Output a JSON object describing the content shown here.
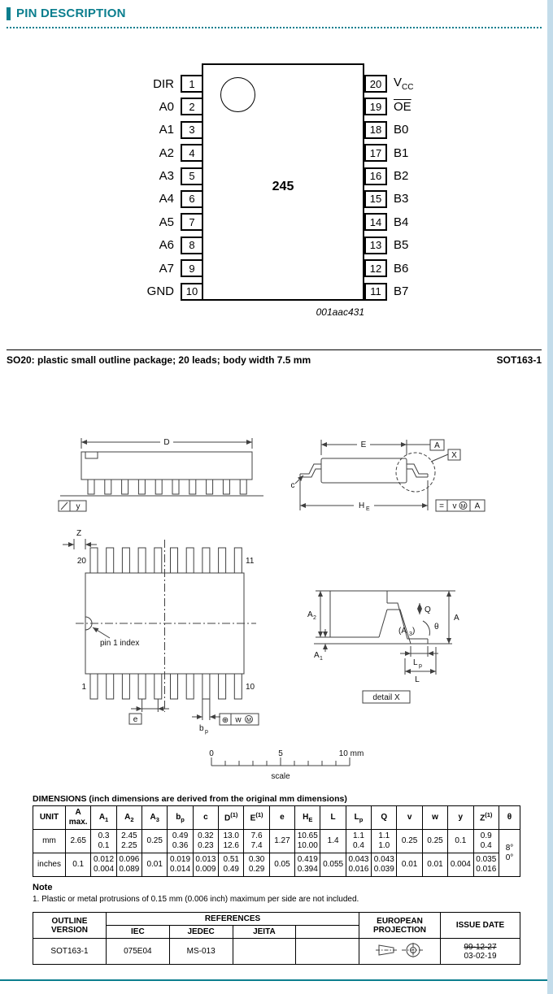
{
  "header": {
    "title": "PIN DESCRIPTION"
  },
  "pin_diagram": {
    "chip_label": "245",
    "caption": "001aac431",
    "left_pins": [
      {
        "label": "DIR",
        "number": "1"
      },
      {
        "label": "A0",
        "number": "2"
      },
      {
        "label": "A1",
        "number": "3"
      },
      {
        "label": "A2",
        "number": "4"
      },
      {
        "label": "A3",
        "number": "5"
      },
      {
        "label": "A4",
        "number": "6"
      },
      {
        "label": "A5",
        "number": "7"
      },
      {
        "label": "A6",
        "number": "8"
      },
      {
        "label": "A7",
        "number": "9"
      },
      {
        "label": "GND",
        "number": "10"
      }
    ],
    "right_pins": [
      {
        "base": "V",
        "sub": "CC",
        "number": "20"
      },
      {
        "label": "OE",
        "overline": true,
        "number": "19"
      },
      {
        "label": "B0",
        "number": "18"
      },
      {
        "label": "B1",
        "number": "17"
      },
      {
        "label": "B2",
        "number": "16"
      },
      {
        "label": "B3",
        "number": "15"
      },
      {
        "label": "B4",
        "number": "14"
      },
      {
        "label": "B5",
        "number": "13"
      },
      {
        "label": "B6",
        "number": "12"
      },
      {
        "label": "B7",
        "number": "11"
      }
    ]
  },
  "package_outline": {
    "title": "SO20: plastic small outline package; 20 leads; body width 7.5 mm",
    "code": "SOT163-1",
    "labels": {
      "d": "D",
      "e_dim": "E",
      "a_datum": "A",
      "x_datum": "X",
      "c": "c",
      "y_flat": "y",
      "he_base": "H",
      "he_sub": "E",
      "tol1_sym": "=",
      "tol1_val": "v",
      "tol1_mod": "M",
      "tol1_datum": "A",
      "z": "Z",
      "pin20": "20",
      "pin11": "11",
      "pin1": "1",
      "pin10": "10",
      "pin1_index": "pin 1 index",
      "e_box": "e",
      "bp_base": "b",
      "bp_sub": "p",
      "tol2_sym": "⊕",
      "tol2_val": "w",
      "tol2_mod": "M",
      "a2_base": "A",
      "a2_sub": "2",
      "a1_base": "A",
      "a1_sub": "1",
      "a3_pre": "(A",
      "a3_sub": "3",
      "a3_post": ")",
      "a_overall": "A",
      "q": "Q",
      "lp_base": "L",
      "lp_sub": "p",
      "l": "L",
      "theta": "θ",
      "detail_x": "detail X"
    },
    "scale": {
      "t0": "0",
      "t5": "5",
      "t10": "10 mm",
      "label": "scale"
    }
  },
  "dimensions": {
    "title": "DIMENSIONS (inch dimensions are derived from the original mm dimensions)",
    "headers": [
      {
        "b": "UNIT"
      },
      {
        "b": "A",
        "line2": "max."
      },
      {
        "b": "A",
        "sub": "1"
      },
      {
        "b": "A",
        "sub": "2"
      },
      {
        "b": "A",
        "sub": "3"
      },
      {
        "b": "b",
        "sub": "p"
      },
      {
        "b": "c"
      },
      {
        "b": "D",
        "sup": "(1)"
      },
      {
        "b": "E",
        "sup": "(1)"
      },
      {
        "b": "e"
      },
      {
        "b": "H",
        "sub": "E"
      },
      {
        "b": "L"
      },
      {
        "b": "L",
        "sub": "p"
      },
      {
        "b": "Q"
      },
      {
        "b": "v"
      },
      {
        "b": "w"
      },
      {
        "b": "y"
      },
      {
        "b": "Z",
        "sup": "(1)"
      },
      {
        "b": "θ"
      }
    ],
    "rows": [
      {
        "unit": "mm",
        "cells": [
          [
            "2.65"
          ],
          [
            "0.3",
            "0.1"
          ],
          [
            "2.45",
            "2.25"
          ],
          [
            "0.25"
          ],
          [
            "0.49",
            "0.36"
          ],
          [
            "0.32",
            "0.23"
          ],
          [
            "13.0",
            "12.6"
          ],
          [
            "7.6",
            "7.4"
          ],
          [
            "1.27"
          ],
          [
            "10.65",
            "10.00"
          ],
          [
            "1.4"
          ],
          [
            "1.1",
            "0.4"
          ],
          [
            "1.1",
            "1.0"
          ],
          [
            "0.25"
          ],
          [
            "0.25"
          ],
          [
            "0.1"
          ],
          [
            "0.9",
            "0.4"
          ]
        ]
      },
      {
        "unit": "inches",
        "cells": [
          [
            "0.1"
          ],
          [
            "0.012",
            "0.004"
          ],
          [
            "0.096",
            "0.089"
          ],
          [
            "0.01"
          ],
          [
            "0.019",
            "0.014"
          ],
          [
            "0.013",
            "0.009"
          ],
          [
            "0.51",
            "0.49"
          ],
          [
            "0.30",
            "0.29"
          ],
          [
            "0.05"
          ],
          [
            "0.419",
            "0.394"
          ],
          [
            "0.055"
          ],
          [
            "0.043",
            "0.016"
          ],
          [
            "0.043",
            "0.039"
          ],
          [
            "0.01"
          ],
          [
            "0.01"
          ],
          [
            "0.004"
          ],
          [
            "0.035",
            "0.016"
          ]
        ]
      }
    ],
    "theta_cell": [
      "8°",
      "0°"
    ]
  },
  "note": {
    "title": "Note",
    "items": [
      "1. Plastic or metal protrusions of 0.15 mm (0.006 inch) maximum per side are not included."
    ]
  },
  "references": {
    "outline_version_label": "OUTLINE VERSION",
    "references_label": "REFERENCES",
    "columns": [
      "IEC",
      "JEDEC",
      "JEITA",
      ""
    ],
    "projection_label": "EUROPEAN PROJECTION",
    "issue_date_label": "ISSUE DATE",
    "row": {
      "outline_version": "SOT163-1",
      "iec": "075E04",
      "jedec": "MS-013",
      "jeita": "",
      "extra": "",
      "issue_date_old": "99-12-27",
      "issue_date_new": "03-02-19"
    }
  }
}
